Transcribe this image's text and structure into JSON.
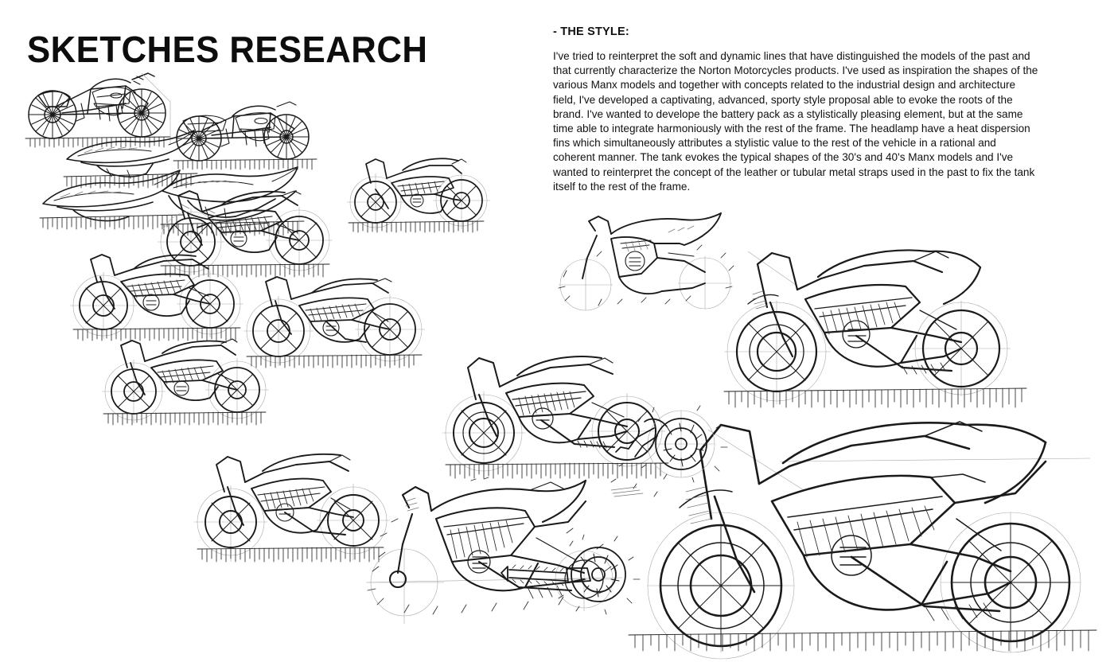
{
  "page": {
    "title": "SKETCHES RESEARCH",
    "background_color": "#ffffff",
    "ink_color": "#1a1a1a",
    "text_color": "#111111"
  },
  "text_block": {
    "heading": "- THE STYLE:",
    "body": "I've tried to reinterpret the soft and dynamic lines that have distinguished the models of the past and that currently characterize the Norton Motorcycles products. I've used as inspiration the shapes of the various Manx models and together with concepts related to the industrial design and architecture field, I've developed a captivating, advanced, sporty style proposal able to evoke the roots of the brand. I've wanted to develope the battery pack as a stylistically pleasing element, but at the same time able to integrate harmoniously with the rest of the frame. The headlamp have a heat dispersion fins which simultaneously attributes a stylistic value to the rest of the vehicle in a rational and coherent manner. The tank evokes the typical shapes of the 30's and 40's Manx models and I've wanted to reinterpret the concept of the leather or tubular metal straps used in the past to fix the tank itself to the rest of the frame.",
    "body_lines": [
      "I've tried to reinterpret the soft and dynamic lines that have distinguished the models of the",
      "past and that currently characterize the Norton Motorcycles products. I've used as inspiration",
      "the shapes of the various Manx models and together with concepts related to the industrial",
      "design and architecture field, I've developed a captivating, advanced, sporty style proposal",
      "able to evoke the roots of the brand. I've wanted to develope the battery pack as a stylistically",
      "pleasing element, but at the same time able to integrate harmoniously with the rest of the",
      "frame. The headlamp have a heat dispersion fins which simultaneously attributes a stylistic",
      "value to the rest of the vehicle in a rational and coherent manner. The tank evokes the typical",
      "shapes of the 30's and 40's Manx models and I've wanted to reinterpret the concept of the",
      "leather or tubular metal straps used in the past to fix the tank itself to the rest of the frame."
    ]
  },
  "sketches": [
    {
      "id": "s01",
      "name": "vintage-manx-racer-sketch",
      "caption": "Vintage Manx racer side view, spoked wheels, exposed engine"
    },
    {
      "id": "s02",
      "name": "cafe-racer-sketch",
      "caption": "Classic cafe racer side view with tank badge"
    },
    {
      "id": "s03",
      "name": "tail-seat-study-a-sketch",
      "caption": "Seat and tail unit volume study"
    },
    {
      "id": "s04",
      "name": "tail-seat-study-b-sketch",
      "caption": "Seat and tail unit volume study, lower"
    },
    {
      "id": "s05",
      "name": "tail-seat-study-c-sketch",
      "caption": "Seat and tank profile study"
    },
    {
      "id": "s06",
      "name": "naked-concept-a-sketch",
      "caption": "Naked electric concept, faired tank"
    },
    {
      "id": "s07",
      "name": "streetfighter-concept-sketch",
      "caption": "Streetfighter concept with upswept tail"
    },
    {
      "id": "s08",
      "name": "naked-concept-b-sketch",
      "caption": "Naked concept with battery pack volume"
    },
    {
      "id": "s09",
      "name": "naked-concept-c-sketch",
      "caption": "Naked concept, low stance, disc brake detail"
    },
    {
      "id": "s10",
      "name": "naked-concept-d-sketch",
      "caption": "Naked concept with swingarm study"
    },
    {
      "id": "s11",
      "name": "frame-study-sketch",
      "caption": "Bodywork frame study without wheels, construction circles"
    },
    {
      "id": "s12",
      "name": "sport-concept-a-sketch",
      "caption": "Sport concept with inverted forks and chain drive"
    },
    {
      "id": "s13",
      "name": "sport-concept-b-sketch",
      "caption": "Sport concept three-quarter stance"
    },
    {
      "id": "s14",
      "name": "hero-concept-upper-sketch",
      "caption": "Large hero concept, upper right, finned headlamp"
    },
    {
      "id": "s15",
      "name": "hero-concept-main-sketch",
      "caption": "Main hero concept, full side view with battery pack and belt drive"
    },
    {
      "id": "s16",
      "name": "low-concept-sketch",
      "caption": "Low slung concept with construction geometry"
    },
    {
      "id": "s17",
      "name": "rear-wheel-detail-sketch",
      "caption": "Rear wheel, sprocket and belt drive detail"
    },
    {
      "id": "s18",
      "name": "front-end-detail-sketch",
      "caption": "Front end fork and brake disc detail"
    }
  ]
}
